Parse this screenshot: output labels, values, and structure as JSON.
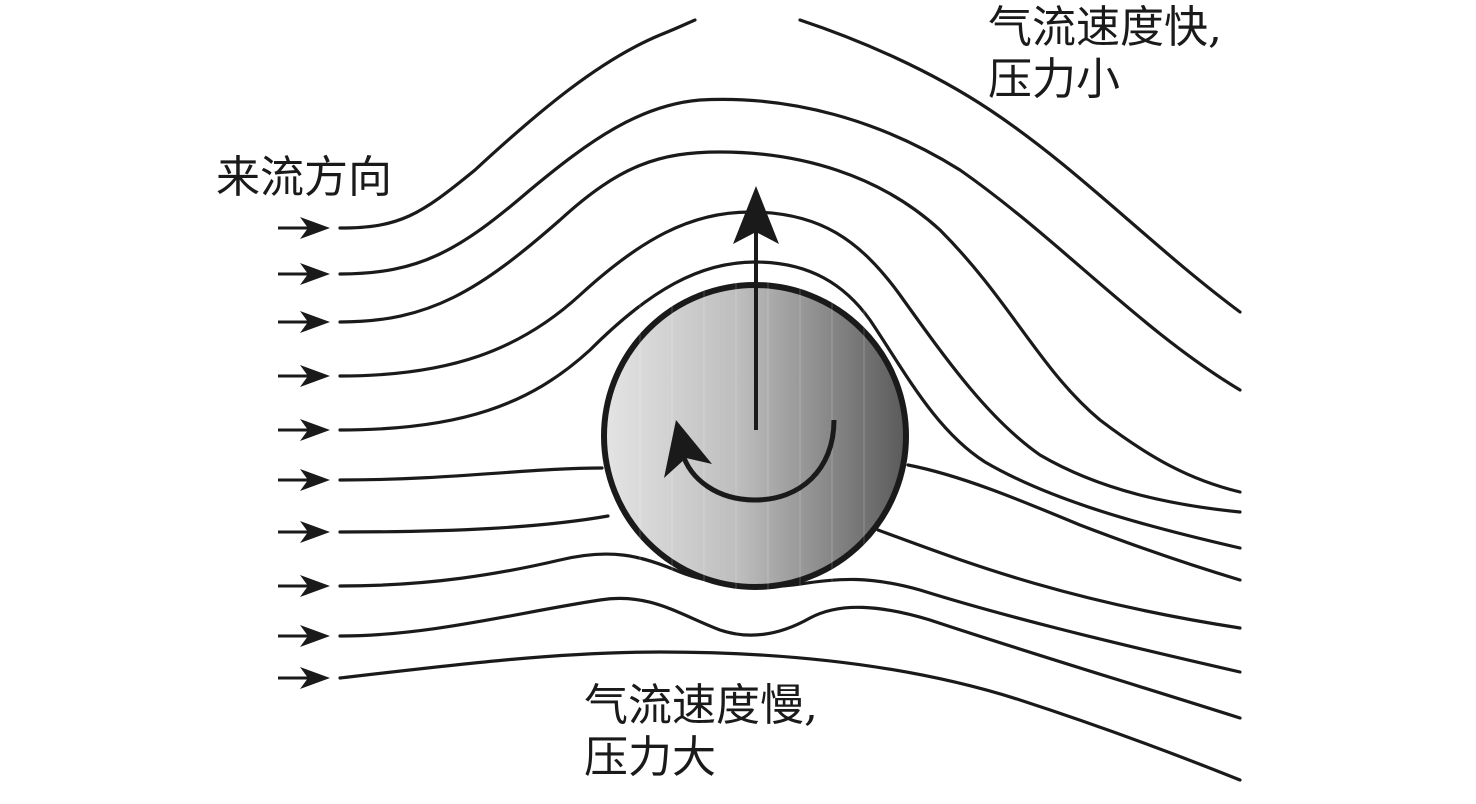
{
  "labels": {
    "incoming_flow": "来流方向",
    "top_line1": "气流速度快,",
    "top_line2": "压力小",
    "bottom_line1": "气流速度慢,",
    "bottom_line2": "压力大"
  },
  "colors": {
    "stroke": "#1a1a1a",
    "ball_light": "#e4e4e4",
    "ball_dark": "#5a5a5a",
    "background": "#ffffff"
  },
  "icons": {
    "incoming_arrow": "right-arrow-icon",
    "lift_arrow": "up-arrow-icon",
    "spin_arrow": "counterclockwise-arrow-icon"
  },
  "inflow_arrow_count": 10,
  "streamline_count": 10
}
